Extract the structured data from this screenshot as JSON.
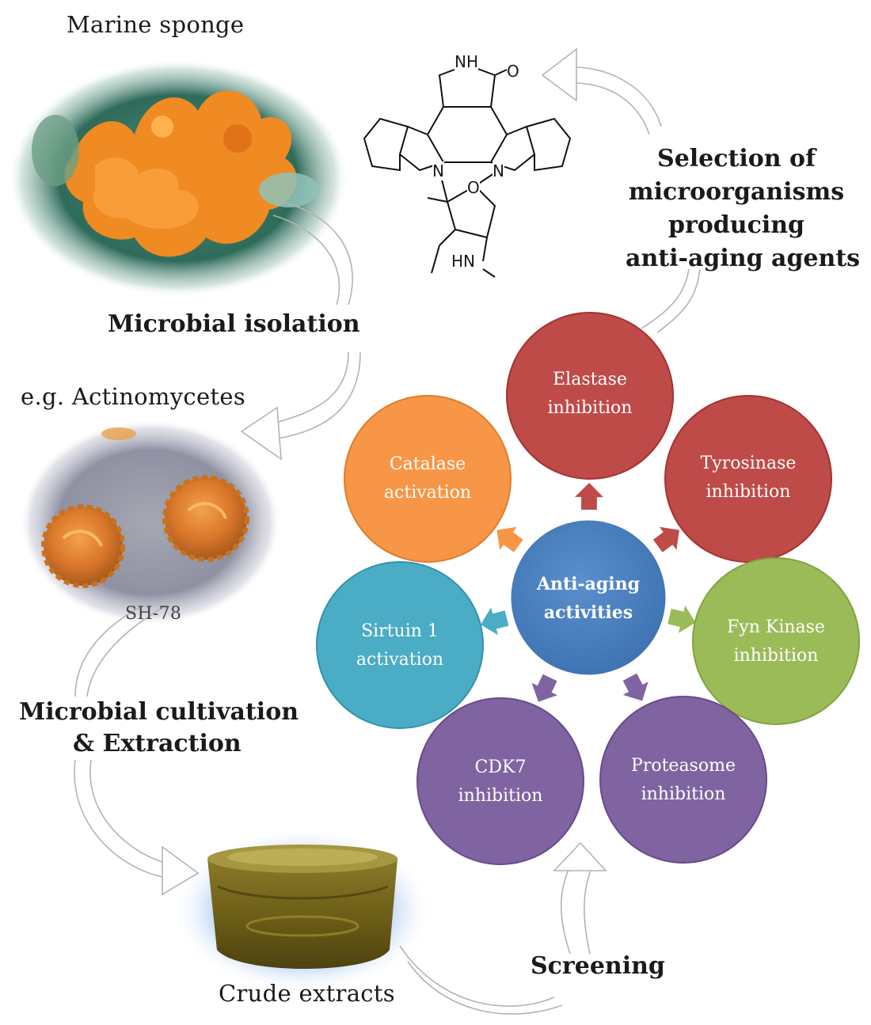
{
  "labels": {
    "marine_sponge": "Marine sponge",
    "microbial_isolation": "Microbial isolation",
    "example_organism": "e.g. Actinomycetes",
    "strain_code": "SH-78",
    "cultivation_line1": "Microbial cultivation",
    "cultivation_line2": "& Extraction",
    "crude_extracts": "Crude extracts",
    "screening": "Screening",
    "selection_line1": "Selection of",
    "selection_line2": "microorganisms",
    "selection_line3": "producing",
    "selection_line4": "anti-aging agents"
  },
  "molecule": {
    "atom_nh": "NH",
    "atom_o_carbonyl": "O",
    "atom_n_left": "N",
    "atom_n_right": "N",
    "atom_o_ring": "O",
    "atom_hn": "HN"
  },
  "hub": {
    "line1": "Anti-aging",
    "line2": "activities",
    "color": "#4a7fbd"
  },
  "activities": [
    {
      "line1": "Elastase",
      "line2": "inhibition",
      "color": "#be4b48"
    },
    {
      "line1": "Tyrosinase",
      "line2": "inhibition",
      "color": "#be4b48"
    },
    {
      "line1": "Fyn Kinase",
      "line2": "inhibition",
      "color": "#9bbb59"
    },
    {
      "line1": "Proteasome",
      "line2": "inhibition",
      "color": "#8064a2"
    },
    {
      "line1": "CDK7",
      "line2": "inhibition",
      "color": "#8064a2"
    },
    {
      "line1": "Sirtuin 1",
      "line2": "activation",
      "color": "#4bacc6"
    },
    {
      "line1": "Catalase",
      "line2": "activation",
      "color": "#f79646"
    }
  ]
}
